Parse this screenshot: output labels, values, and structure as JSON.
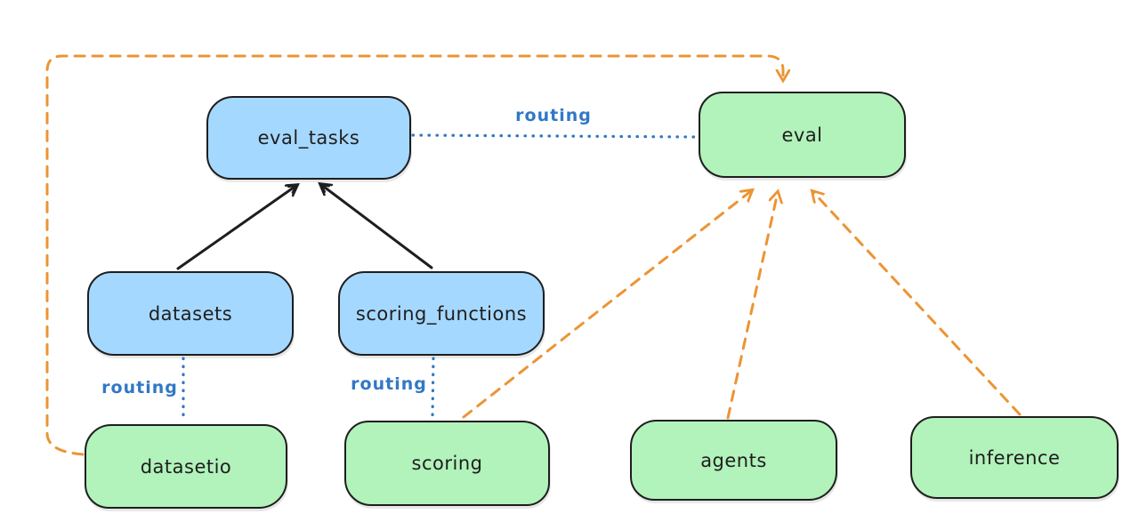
{
  "diagram": {
    "title": "",
    "nodes": {
      "eval_tasks": {
        "label": "eval_tasks",
        "fill": "blue"
      },
      "eval": {
        "label": "eval",
        "fill": "green"
      },
      "datasets": {
        "label": "datasets",
        "fill": "blue"
      },
      "scoring_functions": {
        "label": "scoring_functions",
        "fill": "blue"
      },
      "datasetio": {
        "label": "datasetio",
        "fill": "green"
      },
      "scoring": {
        "label": "scoring",
        "fill": "green"
      },
      "agents": {
        "label": "agents",
        "fill": "green"
      },
      "inference": {
        "label": "inference",
        "fill": "green"
      }
    },
    "edge_labels": {
      "eval_tasks_to_eval": "routing",
      "datasets_to_datasetio": "routing",
      "scoring_functions_to_scoring": "routing"
    },
    "edges": [
      {
        "from": "datasets",
        "to": "eval_tasks",
        "style": "solid-arrow",
        "color": "black"
      },
      {
        "from": "scoring_functions",
        "to": "eval_tasks",
        "style": "solid-arrow",
        "color": "black"
      },
      {
        "from": "eval_tasks",
        "to": "eval",
        "style": "dotted",
        "color": "blue",
        "label": "routing"
      },
      {
        "from": "datasets",
        "to": "datasetio",
        "style": "dotted",
        "color": "blue",
        "label": "routing"
      },
      {
        "from": "scoring_functions",
        "to": "scoring",
        "style": "dotted",
        "color": "blue",
        "label": "routing"
      },
      {
        "from": "datasetio",
        "to": "eval",
        "style": "dashed-arrow",
        "color": "orange"
      },
      {
        "from": "scoring",
        "to": "eval",
        "style": "dashed-arrow",
        "color": "orange"
      },
      {
        "from": "agents",
        "to": "eval",
        "style": "dashed-arrow",
        "color": "orange"
      },
      {
        "from": "inference",
        "to": "eval",
        "style": "dashed-arrow",
        "color": "orange"
      }
    ],
    "colors": {
      "node_blue_fill": "#a5d8ff",
      "node_green_fill": "#b2f2bb",
      "node_stroke": "#1e1e1e",
      "solid_arrow": "#1e1e1e",
      "dashed_arrow_orange": "#ec9434",
      "routing_blue": "#3178c6",
      "background": "#ffffff"
    }
  }
}
